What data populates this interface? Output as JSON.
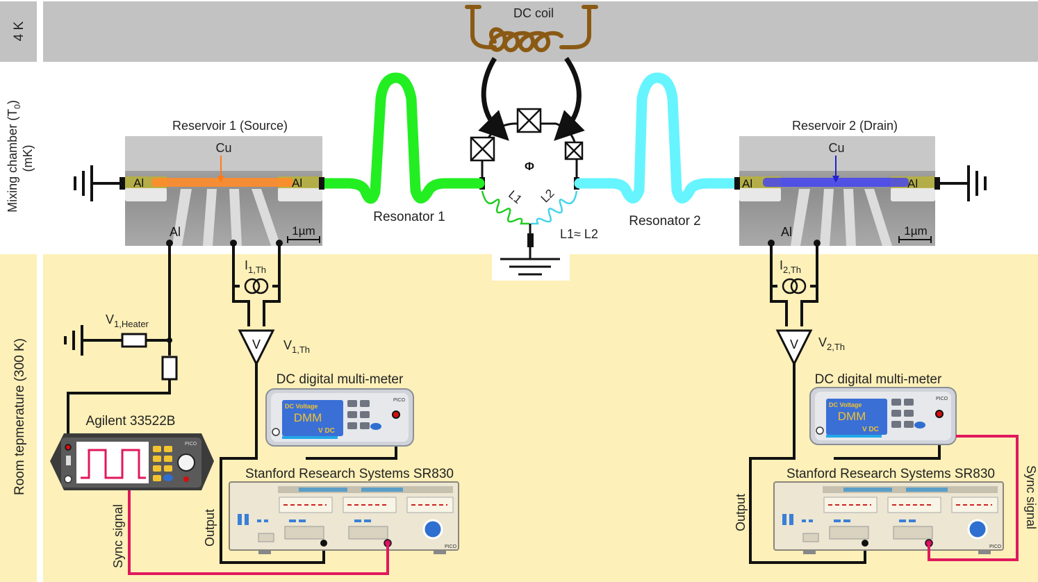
{
  "zones": {
    "k4": "4 K",
    "mixing_line1": "Mixing chamber  (T",
    "mixing_sub": "0",
    "mixing_close": ")",
    "mixing_line2": "(mK)",
    "room": "Room tepmerature (300 K)"
  },
  "coil": {
    "label": "DC coil"
  },
  "squid": {
    "phi": "Φ",
    "l1": "L1",
    "l2": "L2",
    "relation": "L1≈ L2"
  },
  "resonators": {
    "r1": "Resonator 1",
    "r2": "Resonator 2"
  },
  "reservoir1": {
    "title": "Reservoir 1 (Source)",
    "metal": "Cu",
    "al_left": "Al",
    "al_right": "Al",
    "al_bottom": "Al",
    "scale": "1µm"
  },
  "reservoir2": {
    "title": "Reservoir 2 (Drain)",
    "metal": "Cu",
    "al_left": "Al",
    "al_right": "Al",
    "al_bottom": "Al",
    "scale": "1µm"
  },
  "left_circuit": {
    "v_heater": "V",
    "v_heater_sub": "1,Heater",
    "i_th": "I",
    "i_th_sub": "1,Th",
    "v_th": "V",
    "v_th_sub": "1,Th",
    "amp_symbol": "V",
    "dmm_title": "DC digital multi-meter",
    "lockin_title": "Stanford Research Systems SR830",
    "generator_title": "Agilent 33522B",
    "output": "Output",
    "sync": "Sync signal"
  },
  "right_circuit": {
    "i_th": "I",
    "i_th_sub": "2,Th",
    "v_th": "V",
    "v_th_sub": "2,Th",
    "amp_symbol": "V",
    "dmm_title": "DC digital multi-meter",
    "lockin_title": "Stanford Research Systems SR830",
    "output": "Output",
    "sync": "Sync signal"
  },
  "dmm_screen": {
    "top": "DC Voltage",
    "main": "DMM",
    "unit": "V DC",
    "brand": "PICO"
  },
  "instrument_brand": "PICO",
  "colors": {
    "zone_4k": "#c2c2c2",
    "zone_room": "#fdf0b8",
    "coil": "#8a5a14",
    "resonator1": "#22ee22",
    "resonator2": "#66f4ff",
    "sync": "#e0185e",
    "copper_left": "#ff8c2a",
    "copper_right": "#3a3aff",
    "aluminum": "#b8b23a"
  }
}
